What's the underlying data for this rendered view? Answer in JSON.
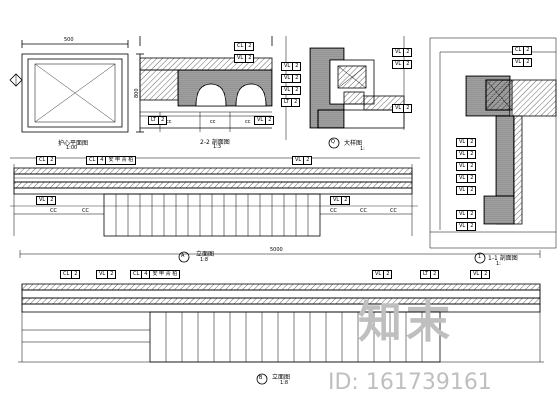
{
  "drawings": {
    "plan": {
      "caption": "护心平面图",
      "scale": "1:00",
      "dim_top": "500",
      "dim_side": "800"
    },
    "section22": {
      "caption": "2-2 剖面图",
      "scale": "1:3",
      "dims": [
        "cc",
        "cc",
        "cc"
      ]
    },
    "detail": {
      "caption": "大样图",
      "scale": "1:",
      "callout": "Q"
    },
    "section11": {
      "caption": "1-1 剖面图",
      "scale": "1:",
      "callout": "1"
    },
    "elevA": {
      "caption": "立面图",
      "scale": "1:8",
      "callout": "A",
      "dims": [
        "CC",
        "CC",
        "CC",
        "CC",
        "CC"
      ]
    },
    "elevB": {
      "caption": "立面图",
      "scale": "1:8",
      "callout": "B",
      "dim_top": "5000"
    }
  },
  "tags": {
    "cl": "CL",
    "vl": "VL",
    "lt": "LT",
    "n2": "2",
    "n4": "4",
    "note": "安 甲 青 柏"
  },
  "watermark": {
    "logo": "知末",
    "id": "ID: 161739161"
  }
}
